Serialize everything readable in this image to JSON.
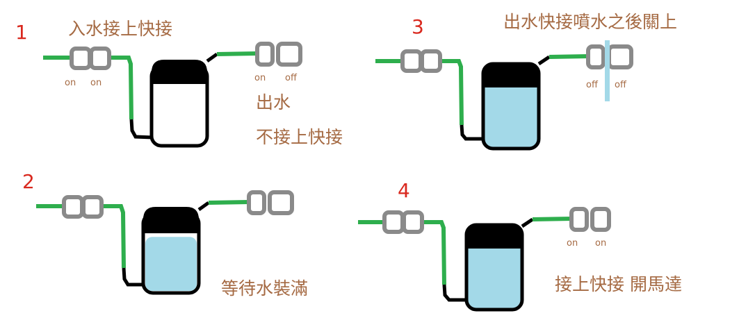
{
  "colors": {
    "pipe": "#2eae4d",
    "coupler": "#8a8a8a",
    "tank_cap": "#000000",
    "water": "#a3d9e8",
    "stream": "#a3d9e8",
    "number": "#d9281e",
    "text": "#a56a43"
  },
  "panels": [
    {
      "number": "1",
      "captions": [
        "入水接上快接",
        "出水",
        "不接上快接"
      ],
      "inlet_labels": [
        "on",
        "on"
      ],
      "outlet_labels": [
        "on",
        "off"
      ],
      "water_level": 0
    },
    {
      "number": "2",
      "captions": [
        "等待水裝滿"
      ],
      "water_level": 0.72
    },
    {
      "number": "3",
      "captions": [
        "出水快接噴水之後關上"
      ],
      "outlet_labels": [
        "off",
        "off"
      ],
      "water_level": 1
    },
    {
      "number": "4",
      "captions": [
        "接上快接 開馬達"
      ],
      "outlet_labels": [
        "on",
        "on"
      ],
      "water_level": 1
    }
  ]
}
